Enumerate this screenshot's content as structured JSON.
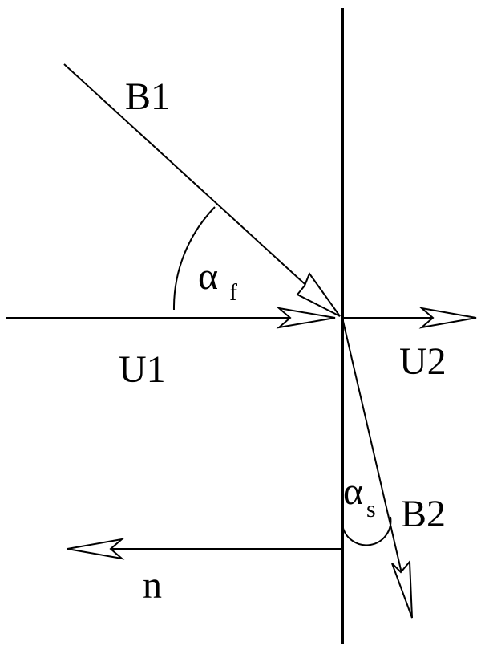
{
  "labels": {
    "b1": "B1",
    "u1": "U1",
    "u2": "U2",
    "b2": "B2",
    "n": "n",
    "alpha": "α",
    "alpha_f_subscript": "f",
    "alpha_s_subscript": "s"
  },
  "colors": {
    "ink": "#000000",
    "background": "#ffffff"
  }
}
